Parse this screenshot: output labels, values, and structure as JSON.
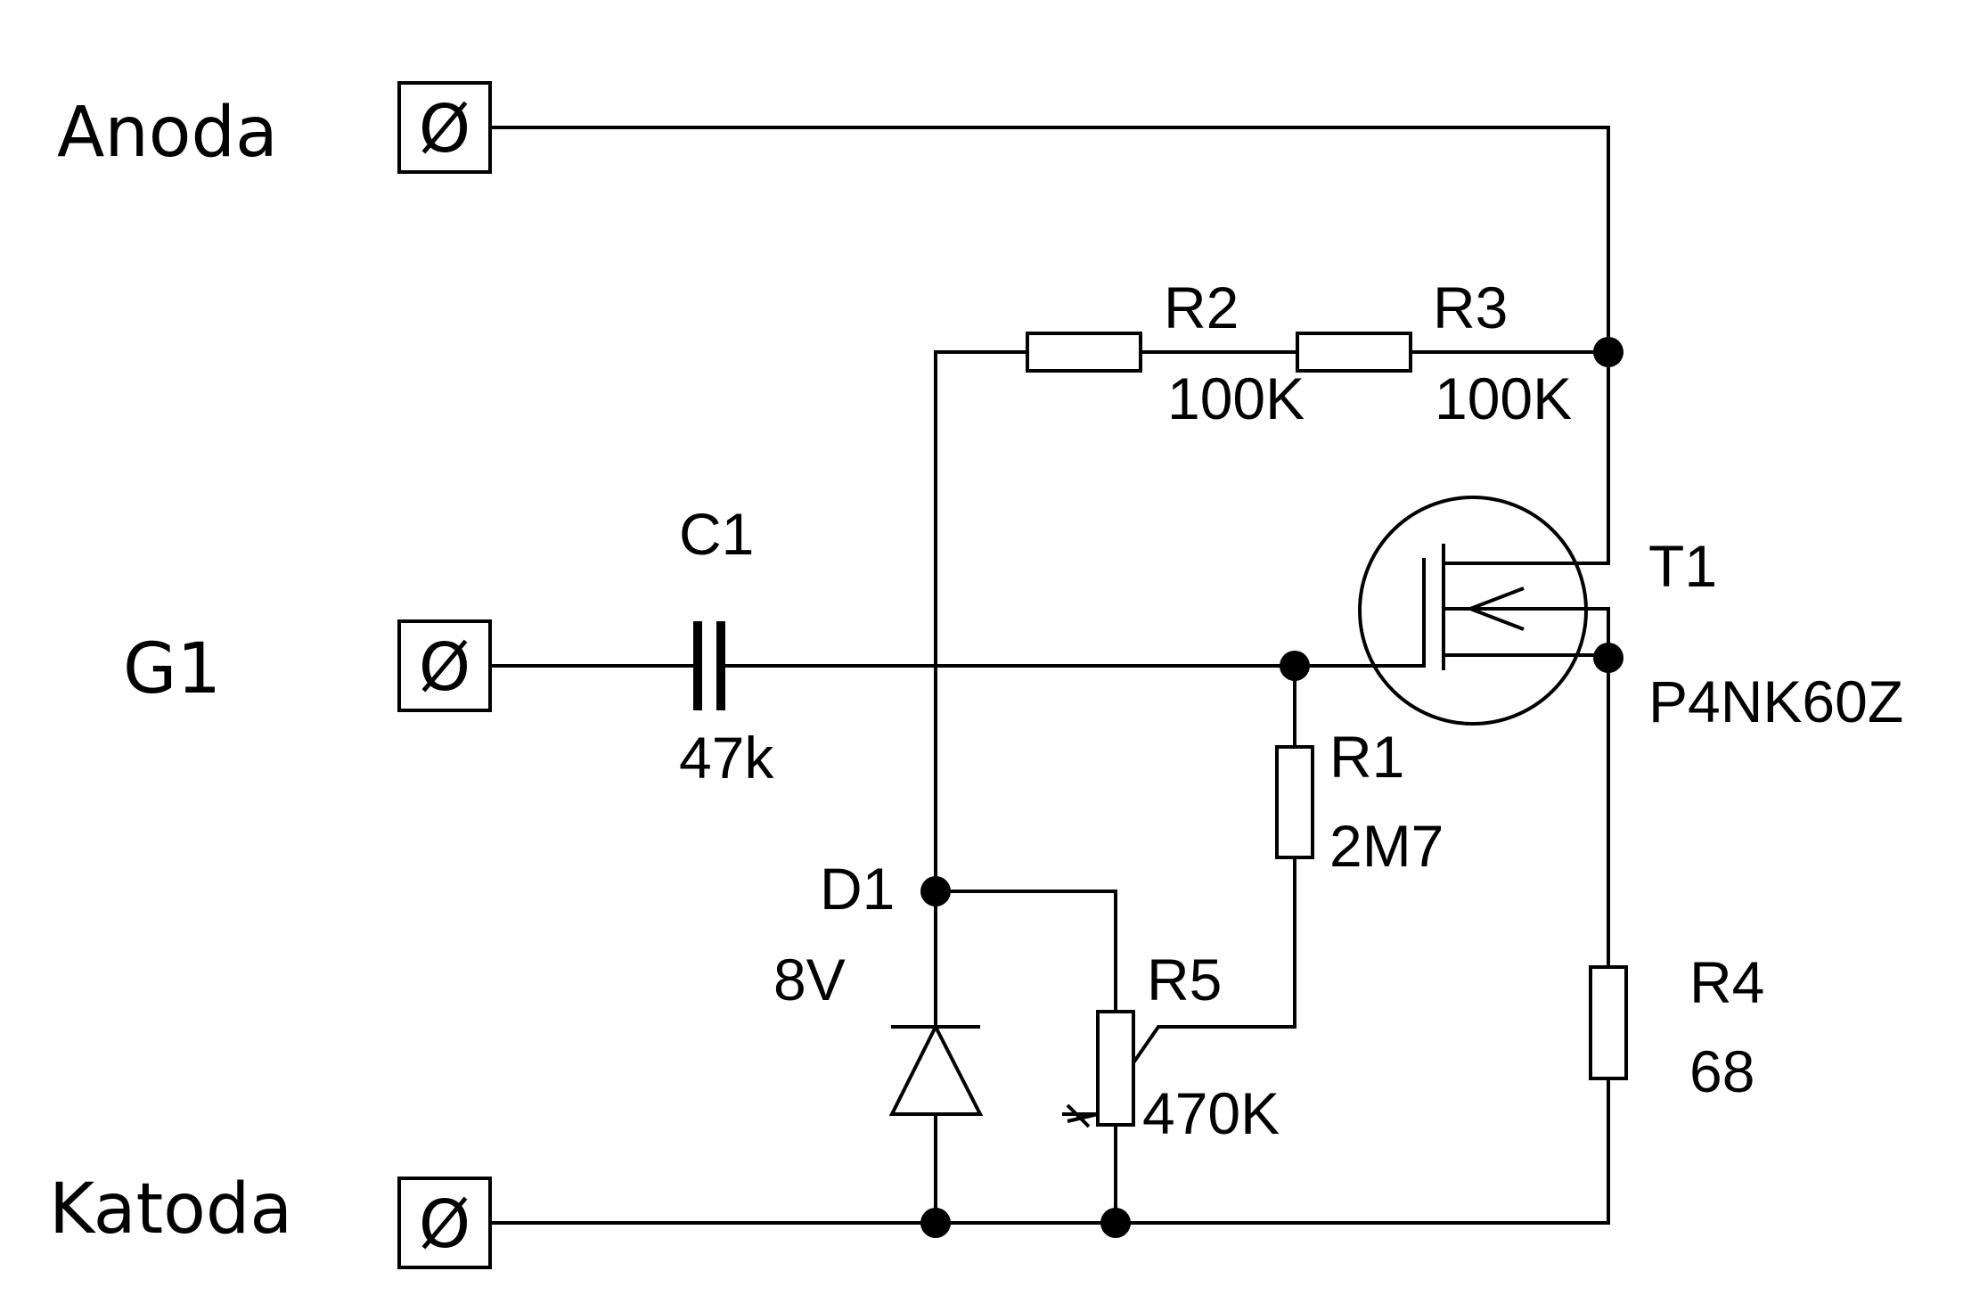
{
  "terminals": {
    "anode": {
      "label": "Anoda",
      "symbol": "Ø"
    },
    "gate": {
      "label": "G1",
      "symbol": "Ø"
    },
    "cathode": {
      "label": "Katoda",
      "symbol": "Ø"
    }
  },
  "components": {
    "r2": {
      "ref": "R2",
      "value": "100K"
    },
    "r3": {
      "ref": "R3",
      "value": "100K"
    },
    "c1": {
      "ref": "C1",
      "value": "47k"
    },
    "t1": {
      "ref": "T1",
      "value": "P4NK60Z"
    },
    "r1": {
      "ref": "R1",
      "value": "2M7"
    },
    "d1": {
      "ref": "D1",
      "value": "8V"
    },
    "r5": {
      "ref": "R5",
      "value": "470K"
    },
    "r4": {
      "ref": "R4",
      "value": "68"
    }
  }
}
